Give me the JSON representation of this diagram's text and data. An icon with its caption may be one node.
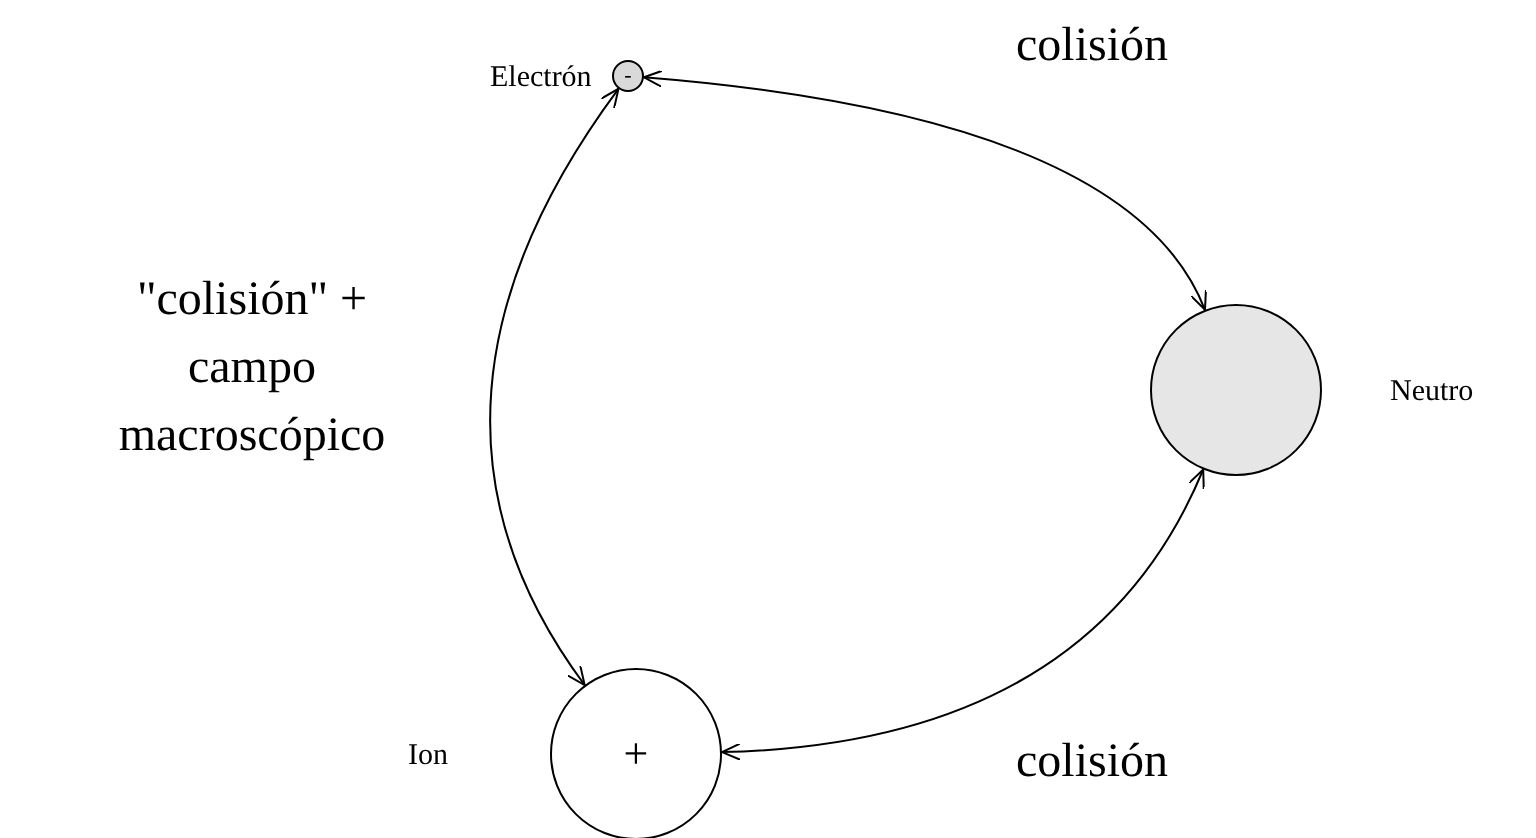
{
  "diagram": {
    "nodes": [
      {
        "text": [
          "-"
        ],
        "beside": [
          "Electrón"
        ]
      },
      {
        "text": [],
        "shape": "circle",
        "beside": [
          "Neutro"
        ]
      },
      {
        "text": [
          "+"
        ],
        "beside": [
          "Ion"
        ]
      }
    ],
    "edges": [
      {
        "from": 0,
        "to": 1,
        "arrow": "both",
        "label": "colisión"
      },
      {
        "from": 2,
        "to": 1,
        "arrow": "both",
        "label": "colisión"
      },
      {
        "from": 0,
        "to": 2,
        "arrow": "both",
        "label": "\"colisión\" + campo macroscópico"
      }
    ]
  }
}
